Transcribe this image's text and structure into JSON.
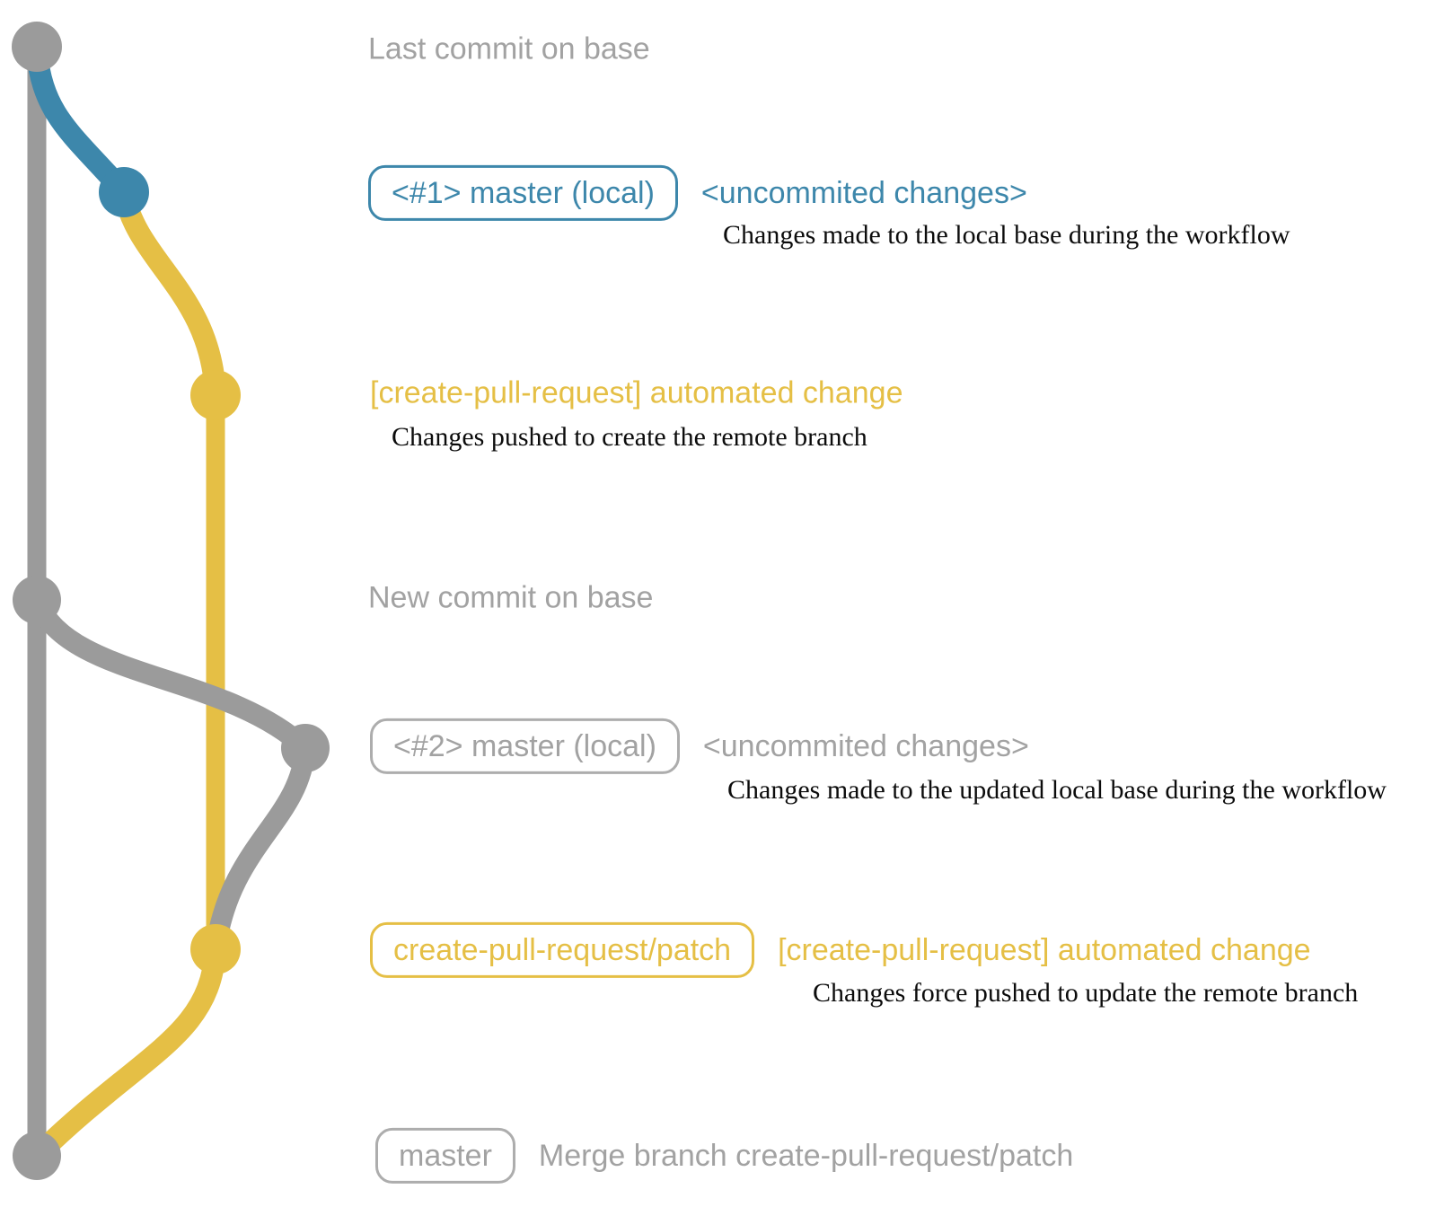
{
  "colors": {
    "base_branch_gray": "#9b9b9b",
    "local_branch_blue": "#3d87ab",
    "patch_branch_yellow": "#e5bf45",
    "label_gray": "#a2a2a2",
    "caption_black": "#0c0c0c"
  },
  "rows": {
    "r1": {
      "label": "Last commit on base"
    },
    "r2": {
      "badge": "<#1> master (local)",
      "note": "<uncommited changes>",
      "caption": "Changes made to the local base during the workflow"
    },
    "r3": {
      "note": "[create-pull-request] automated change",
      "caption": "Changes pushed to create the remote branch"
    },
    "r4": {
      "label": "New commit on base"
    },
    "r5": {
      "badge": "<#2> master (local)",
      "note": "<uncommited changes>",
      "caption": "Changes made to the updated local base during the workflow"
    },
    "r6": {
      "badge": "create-pull-request/patch",
      "note": "[create-pull-request] automated change",
      "caption": "Changes force pushed to update the remote branch"
    },
    "r7": {
      "badge": "master",
      "note": "Merge branch create-pull-request/patch"
    }
  }
}
